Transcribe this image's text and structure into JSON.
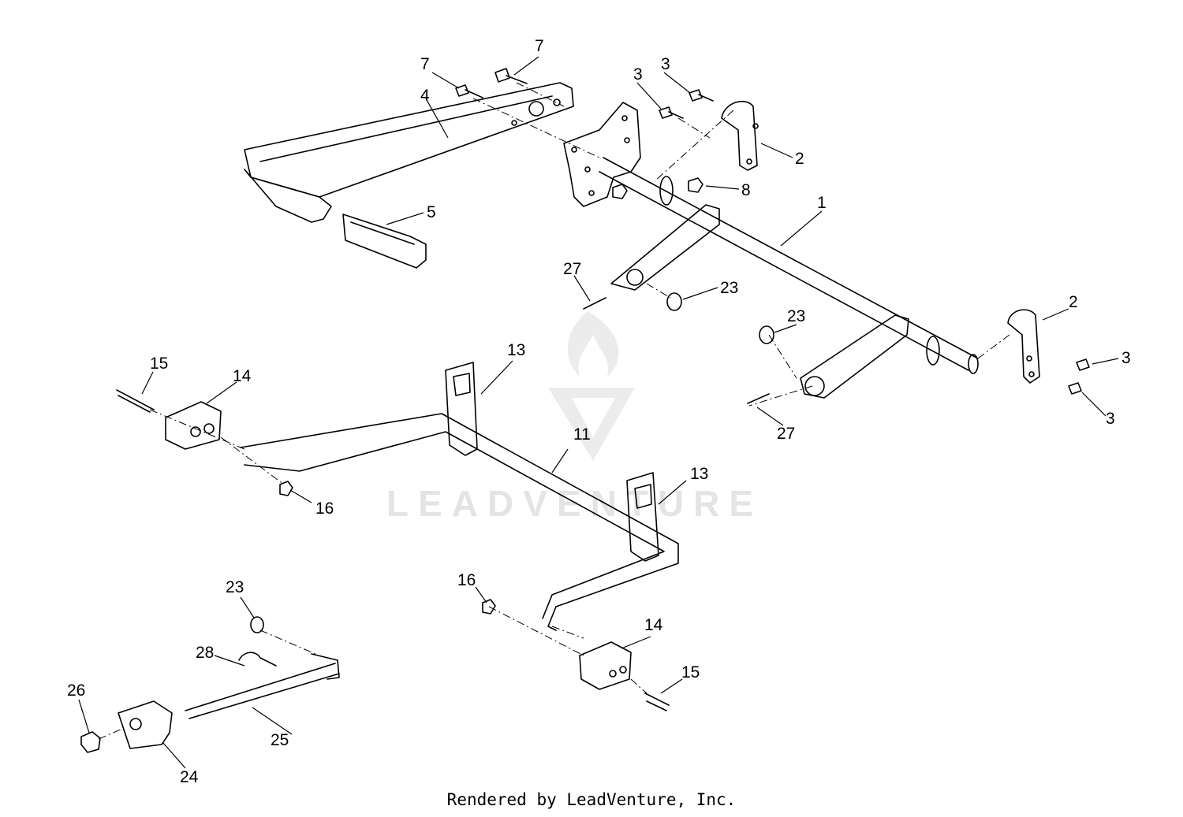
{
  "diagram": {
    "footer": "Rendered by LeadVenture, Inc.",
    "watermark": "LEADVENTURE",
    "callouts": {
      "c1": "1",
      "c2a": "2",
      "c2b": "2",
      "c3a": "3",
      "c3b": "3",
      "c3c": "3",
      "c3d": "3",
      "c4": "4",
      "c5": "5",
      "c7a": "7",
      "c7b": "7",
      "c8": "8",
      "c11": "11",
      "c13a": "13",
      "c13b": "13",
      "c14a": "14",
      "c14b": "14",
      "c15a": "15",
      "c15b": "15",
      "c16a": "16",
      "c16b": "16",
      "c23a": "23",
      "c23b": "23",
      "c23c": "23",
      "c24": "24",
      "c25": "25",
      "c26": "26",
      "c27a": "27",
      "c27b": "27",
      "c28": "28"
    }
  }
}
